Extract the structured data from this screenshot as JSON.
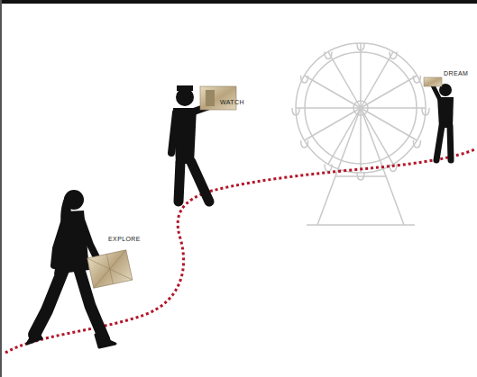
{
  "diagram": {
    "labels": [
      "EXPLORE",
      "WATCH",
      "DREAM"
    ]
  }
}
